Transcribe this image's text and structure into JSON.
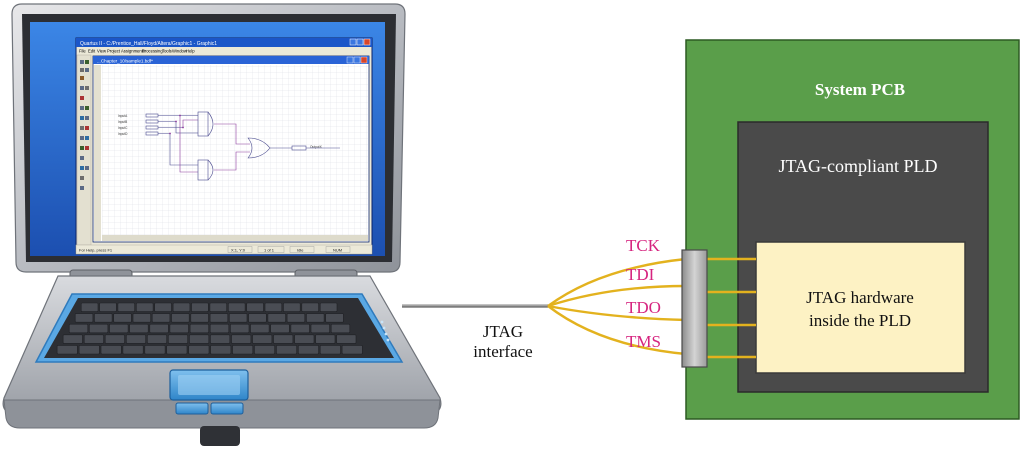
{
  "laptop": {
    "window_title": "Quartus II - C:/Prentice_Hall/Floyd/Altera/Graphic1 - Graphic1",
    "menu_items": [
      "File",
      "Edit",
      "View",
      "Project",
      "Assignments",
      "Processing",
      "Tools",
      "Window",
      "Help"
    ],
    "document_title": "...Chapter_10/sample1.bdf*",
    "inputs": [
      "InputA",
      "InputB",
      "InputC",
      "InputD"
    ],
    "output_label": "OutputX",
    "status_text": "For Help, press F1",
    "status_coords": "X:1, Y:0",
    "status_zoom": "1 of 1",
    "status_mode": "Idle",
    "status_num": "NUM"
  },
  "connector": {
    "label_line1": "JTAG",
    "label_line2": "interface"
  },
  "signals": [
    "TCK",
    "TDI",
    "TDO",
    "TMS"
  ],
  "pcb": {
    "title": "System PCB",
    "pld_title": "JTAG-compliant PLD",
    "hw_line1": "JTAG hardware",
    "hw_line2": "inside the PLD"
  },
  "colors": {
    "pcb_green": "#5a9e4a",
    "pld_gray": "#4a4a4a",
    "hardware_fill": "#fdf2c4",
    "signal_text": "#d6247f",
    "wire_gold": "#e3b21e",
    "screen_blue": "#2a6fd0"
  }
}
